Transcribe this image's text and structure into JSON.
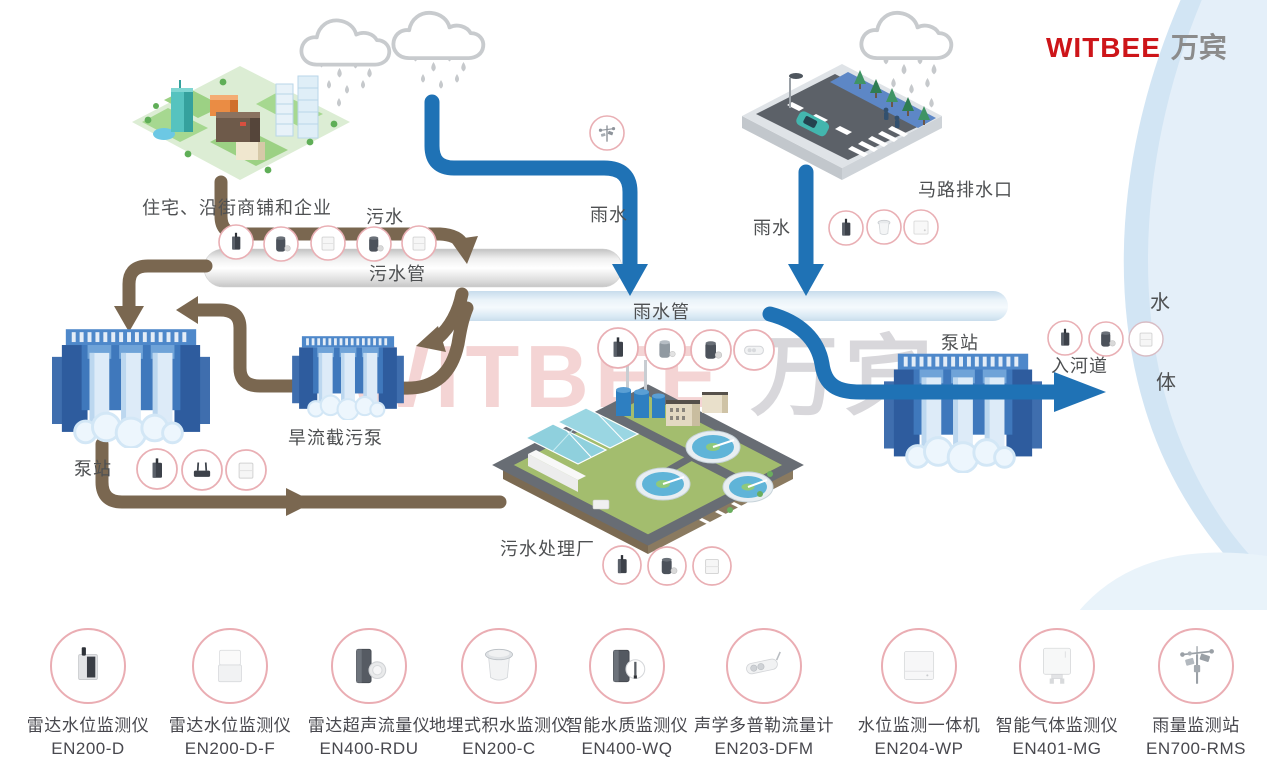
{
  "logo": {
    "brand": "WITBEE",
    "brand_cn": "万宾"
  },
  "watermark": {
    "brand": "WITBEE",
    "brand_cn": "万宾"
  },
  "colors": {
    "brand_red": "#cd1519",
    "pipe_blue": "#1f72b5",
    "pipe_brown": "#7a6750",
    "rain_pipe_fill": "#dcebf5",
    "sewage_pipe_fill": "#e9e9e9",
    "sensor_ring_pink": "#e9afb4",
    "river_blue": "#d5e7f5",
    "label_text": "#4e5052"
  },
  "scene": {
    "labels": {
      "city": "住宅、沿街商铺和企业",
      "sewage": "污水",
      "sewage_pipe": "污水管",
      "rain_left": "雨水",
      "rain_right": "雨水",
      "rain_pipe": "雨水管",
      "road_outlet": "马路排水口",
      "pump_station_left": "泵站",
      "dry_flow_pump": "旱流截污泵",
      "treatment_plant": "污水处理厂",
      "pump_station_right": "泵站",
      "into_river": "入河道",
      "water_body_char1": "水",
      "water_body_char2": "体"
    }
  },
  "icons": {
    "rain-cloud-icon": "cloud outline with falling drops",
    "dark-device-sensor-icon": "dark monitoring box with antenna",
    "dark-cylinder-sensor-icon": "dark cylindrical probe device",
    "gray-cylinder-sensor-icon": "gray cylindrical flow device",
    "white-box-sensor-icon": "white box monitor",
    "white-cylinder-sensor-icon": "white buried cylinder monitor",
    "white-flat-sensor-icon": "white flat panel monitor",
    "white-horizontal-sensor-icon": "white doppler flow tube",
    "gateway-router-sensor-icon": "dark gateway with two antennas",
    "weather-station-sensor-icon": "small rain monitoring mast"
  },
  "products": [
    {
      "name": "雷达水位监测仪",
      "model": "EN200-D",
      "icon": "radar-water-level-monitor"
    },
    {
      "name": "雷达水位监测仪",
      "model": "EN200-D-F",
      "icon": "radar-water-level-monitor-f"
    },
    {
      "name": "雷达超声流量仪",
      "model": "EN400-RDU",
      "icon": "radar-ultrasonic-flow-meter"
    },
    {
      "name": "地埋式积水监测仪",
      "model": "EN200-C",
      "icon": "buried-water-accumulation-monitor"
    },
    {
      "name": "智能水质监测仪",
      "model": "EN400-WQ",
      "icon": "smart-water-quality-monitor"
    },
    {
      "name": "声学多普勒流量计",
      "model": "EN203-DFM",
      "icon": "acoustic-doppler-flow-meter"
    },
    {
      "name": "水位监测一体机",
      "model": "EN204-WP",
      "icon": "water-level-all-in-one"
    },
    {
      "name": "智能气体监测仪",
      "model": "EN401-MG",
      "icon": "smart-gas-monitor"
    },
    {
      "name": "雨量监测站",
      "model": "EN700-RMS",
      "icon": "rainfall-monitoring-station"
    }
  ]
}
